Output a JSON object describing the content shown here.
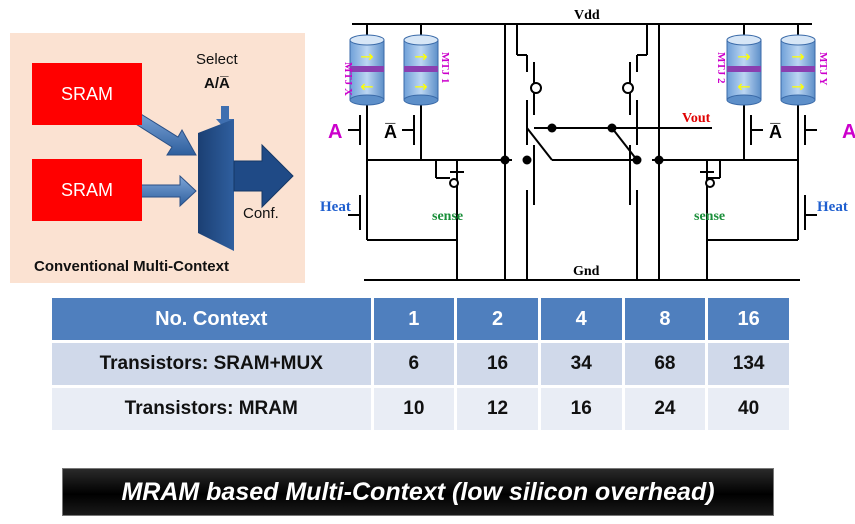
{
  "conventional": {
    "sram_top": "SRAM",
    "sram_bottom": "SRAM",
    "select_label": "Select",
    "select_signal": "A/A̅",
    "conf_label": "Conf.",
    "caption": "Conventional Multi-Context"
  },
  "circuit": {
    "vdd": "Vdd",
    "gnd": "Gnd",
    "vout": "Vout",
    "heat_left": "Heat",
    "heat_right": "Heat",
    "sense_left": "sense",
    "sense_right": "sense",
    "mtj_x": "MTJ X",
    "mtj_1": "MTJ 1",
    "mtj_2": "MTJ 2",
    "mtj_y": "MTJ Y",
    "a_left": "A",
    "abar_left": "A̅",
    "abar_right": "A̅",
    "a_right": "A",
    "colors": {
      "mtj_label": "#cc00cc",
      "vout": "#e00000",
      "heat": "#1f5fcf",
      "sense": "#1a8f3a"
    }
  },
  "table": {
    "headers": [
      "No. Context",
      "1",
      "2",
      "4",
      "8",
      "16"
    ],
    "rows": [
      {
        "label": "Transistors: SRAM+MUX",
        "values": [
          "6",
          "16",
          "34",
          "68",
          "134"
        ]
      },
      {
        "label": "Transistors: MRAM",
        "values": [
          "10",
          "12",
          "16",
          "24",
          "40"
        ]
      }
    ]
  },
  "banner": "MRAM based Multi-Context (low silicon overhead)"
}
